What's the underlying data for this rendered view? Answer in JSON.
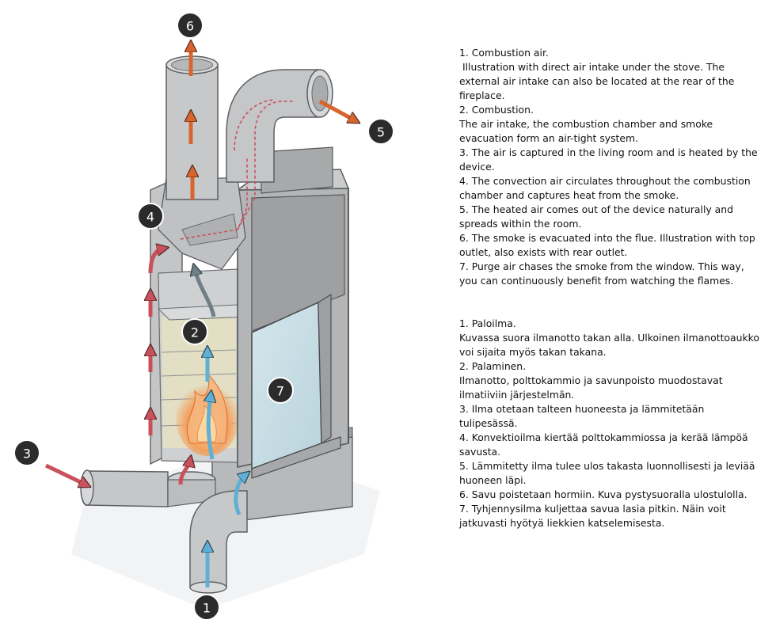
{
  "diagram": {
    "badges": [
      "1",
      "2",
      "3",
      "4",
      "5",
      "6",
      "7"
    ],
    "colors": {
      "intake_air": "#5fb0d4",
      "heated_air": "#c9515c",
      "smoke": "#d9652e",
      "stove_body": "#a9abad",
      "glass": "#c4dde6",
      "flame": "#f3a05e",
      "badge": "#2b2b2b"
    }
  },
  "text_en": {
    "lines": [
      "1. Combustion air.",
      " Illustration with direct air intake under the stove. The external air intake can also be located at the rear of the fireplace.",
      "2. Combustion.",
      "The air intake, the combustion chamber and smoke evacuation form an air-tight system.",
      "3. The air is captured in the living room and is heated by the device.",
      "4. The convection air circulates throughout the combustion chamber and captures heat from the smoke.",
      "5. The heated air comes out of the device naturally and spreads within the room.",
      "6. The smoke is evacuated into the flue. Illustration with top outlet, also exists with rear outlet.",
      "7. Purge air chases the smoke from the window. This way, you can continuously benefit from watching the flames."
    ]
  },
  "text_fi": {
    "lines": [
      "1. Paloilma.",
      "Kuvassa suora ilmanotto takan alla. Ulkoinen ilmanottoaukko voi sijaita myös takan takana.",
      "2. Palaminen.",
      "Ilmanotto, polttokammio ja savunpoisto muodostavat ilmatiiviin järjestelmän.",
      "3. Ilma otetaan talteen huoneesta ja lämmitetään tulipesässä.",
      "4. Konvektioilma kiertää polttokammiossa ja kerää lämpöä savusta.",
      "5. Lämmitetty ilma tulee ulos takasta luonnollisesti ja leviää huoneen läpi.",
      "6. Savu poistetaan hormiin. Kuva pystysuoralla ulostulolla.",
      "7. Tyhjennysilma kuljettaa savua lasia pitkin. Näin voit jatkuvasti hyötyä liekkien katselemisesta."
    ]
  }
}
